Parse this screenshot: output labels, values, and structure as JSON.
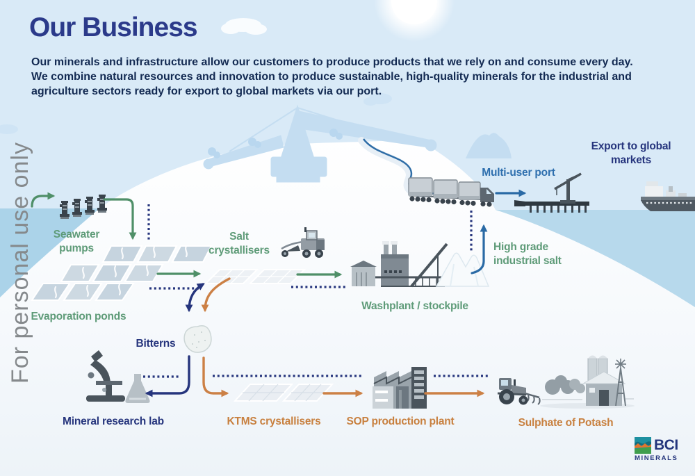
{
  "header": {
    "title": "Our Business",
    "intro": "Our minerals and infrastructure allow our customers to produce products that we rely on and consume every day. We combine natural resources and innovation to produce sustainable, high-quality minerals for the industrial and agriculture sectors ready for export to global markets via our port."
  },
  "watermark": "For personal use only",
  "diagram": {
    "labels": {
      "seawater_pumps": "Seawater\npumps",
      "evaporation_ponds": "Evaporation ponds",
      "salt_crystallisers": "Salt\ncrystallisers",
      "washplant": "Washplant / stockpile",
      "high_grade_salt": "High grade\nindustrial salt",
      "multi_user_port": "Multi-user port",
      "export_markets": "Export to global\nmarkets",
      "bitterns": "Bitterns",
      "mineral_lab": "Mineral research lab",
      "ktms": "KTMS crystallisers",
      "sop_plant": "SOP production plant",
      "potash": "Sulphate of Potash"
    },
    "flow": [
      {
        "from": "Sea",
        "to": "Seawater pumps",
        "color": "green"
      },
      {
        "from": "Seawater pumps",
        "to": "Evaporation ponds",
        "color": "green"
      },
      {
        "from": "Evaporation ponds",
        "to": "Salt crystallisers",
        "color": "green"
      },
      {
        "from": "Salt crystallisers",
        "to": "Washplant / stockpile",
        "color": "green"
      },
      {
        "from": "Washplant / stockpile",
        "to": "Multi-user port",
        "color": "blue",
        "label": "High grade industrial salt"
      },
      {
        "from": "Multi-user port",
        "to": "Export to global markets",
        "color": "blue"
      },
      {
        "from": "Salt crystallisers",
        "to": "Bitterns",
        "color": "navy",
        "bidirectional": true
      },
      {
        "from": "Salt crystallisers",
        "to": "Bitterns",
        "color": "orange"
      },
      {
        "from": "Bitterns",
        "to": "Mineral research lab",
        "color": "navy"
      },
      {
        "from": "Bitterns",
        "to": "KTMS crystallisers",
        "color": "orange"
      },
      {
        "from": "KTMS crystallisers",
        "to": "SOP production plant",
        "color": "orange"
      },
      {
        "from": "SOP production plant",
        "to": "Sulphate of Potash",
        "color": "orange"
      }
    ],
    "icons": [
      "seawater-pumps-icon",
      "evaporation-ponds-icon",
      "salt-crystallisers-icon",
      "grader-icon",
      "washplant-icon",
      "salt-stockpile-icon",
      "road-train-icon",
      "port-crane-icon",
      "jetty-icon",
      "ship-icon",
      "bitterns-rock-icon",
      "microscope-icon",
      "flask-icon",
      "ktms-crystallisers-icon",
      "sop-plant-icon",
      "tractor-icon",
      "farm-icon",
      "excavator-silhouette",
      "sun",
      "clouds"
    ],
    "colors": {
      "green_arrow": "#4f8f68",
      "green_text": "#5e9b78",
      "navy": "#26357d",
      "blue": "#2a6aa5",
      "orange": "#cc8045",
      "title_blue": "#2b3a8a",
      "body_navy": "#132a52",
      "watermark_gray": "#85898c",
      "sky": "#d9eaf7",
      "water": "#abd3e9"
    }
  },
  "logo": {
    "name": "BCI",
    "sub": "MINERALS"
  }
}
